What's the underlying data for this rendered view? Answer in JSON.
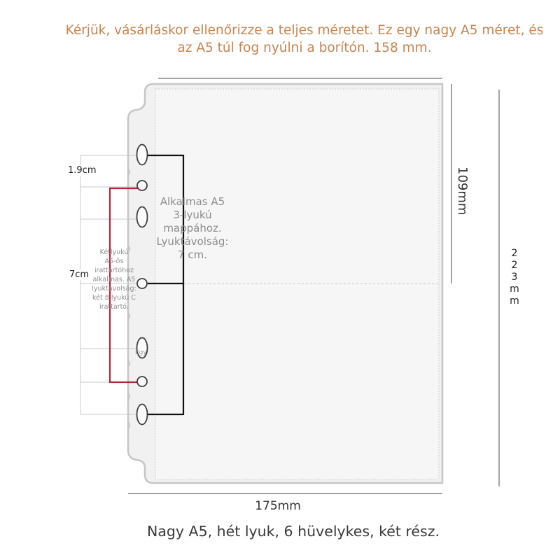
{
  "notice": {
    "lines": [
      "Kérjük, vásárláskor ellenőrizze a teljes méretet. Ez egy nagy A5 méret, és",
      "az A5 túl fog nyúlni a borítón. 158 mm."
    ]
  },
  "dimensions": {
    "hole_gap": "1.9cm",
    "hole_span": "7cm",
    "pocket_height": "109mm",
    "total_height": "223mm",
    "total_width": "175mm"
  },
  "notes": {
    "three_hole": [
      "Alkalmas A5",
      "3-lyukú",
      "mappához.",
      "Lyuktávolság:",
      "7 cm."
    ],
    "two_hole": [
      "Kétlyukú",
      "A5-ös",
      "irattartóhoz",
      "alkalmas. A5",
      "lyuktávolság:",
      "két 8 lyukú C",
      "irattartó."
    ],
    "hole_tag": "Egy"
  },
  "caption": "Nagy A5, hét lyuk, 6 hüvelykes, két rész.",
  "colors": {
    "notice_text": "#c8834f",
    "red_bracket": "#b3263a",
    "black_bracket": "#111111",
    "dimension_line": "#959595",
    "guide_line": "#c9c9c9"
  }
}
